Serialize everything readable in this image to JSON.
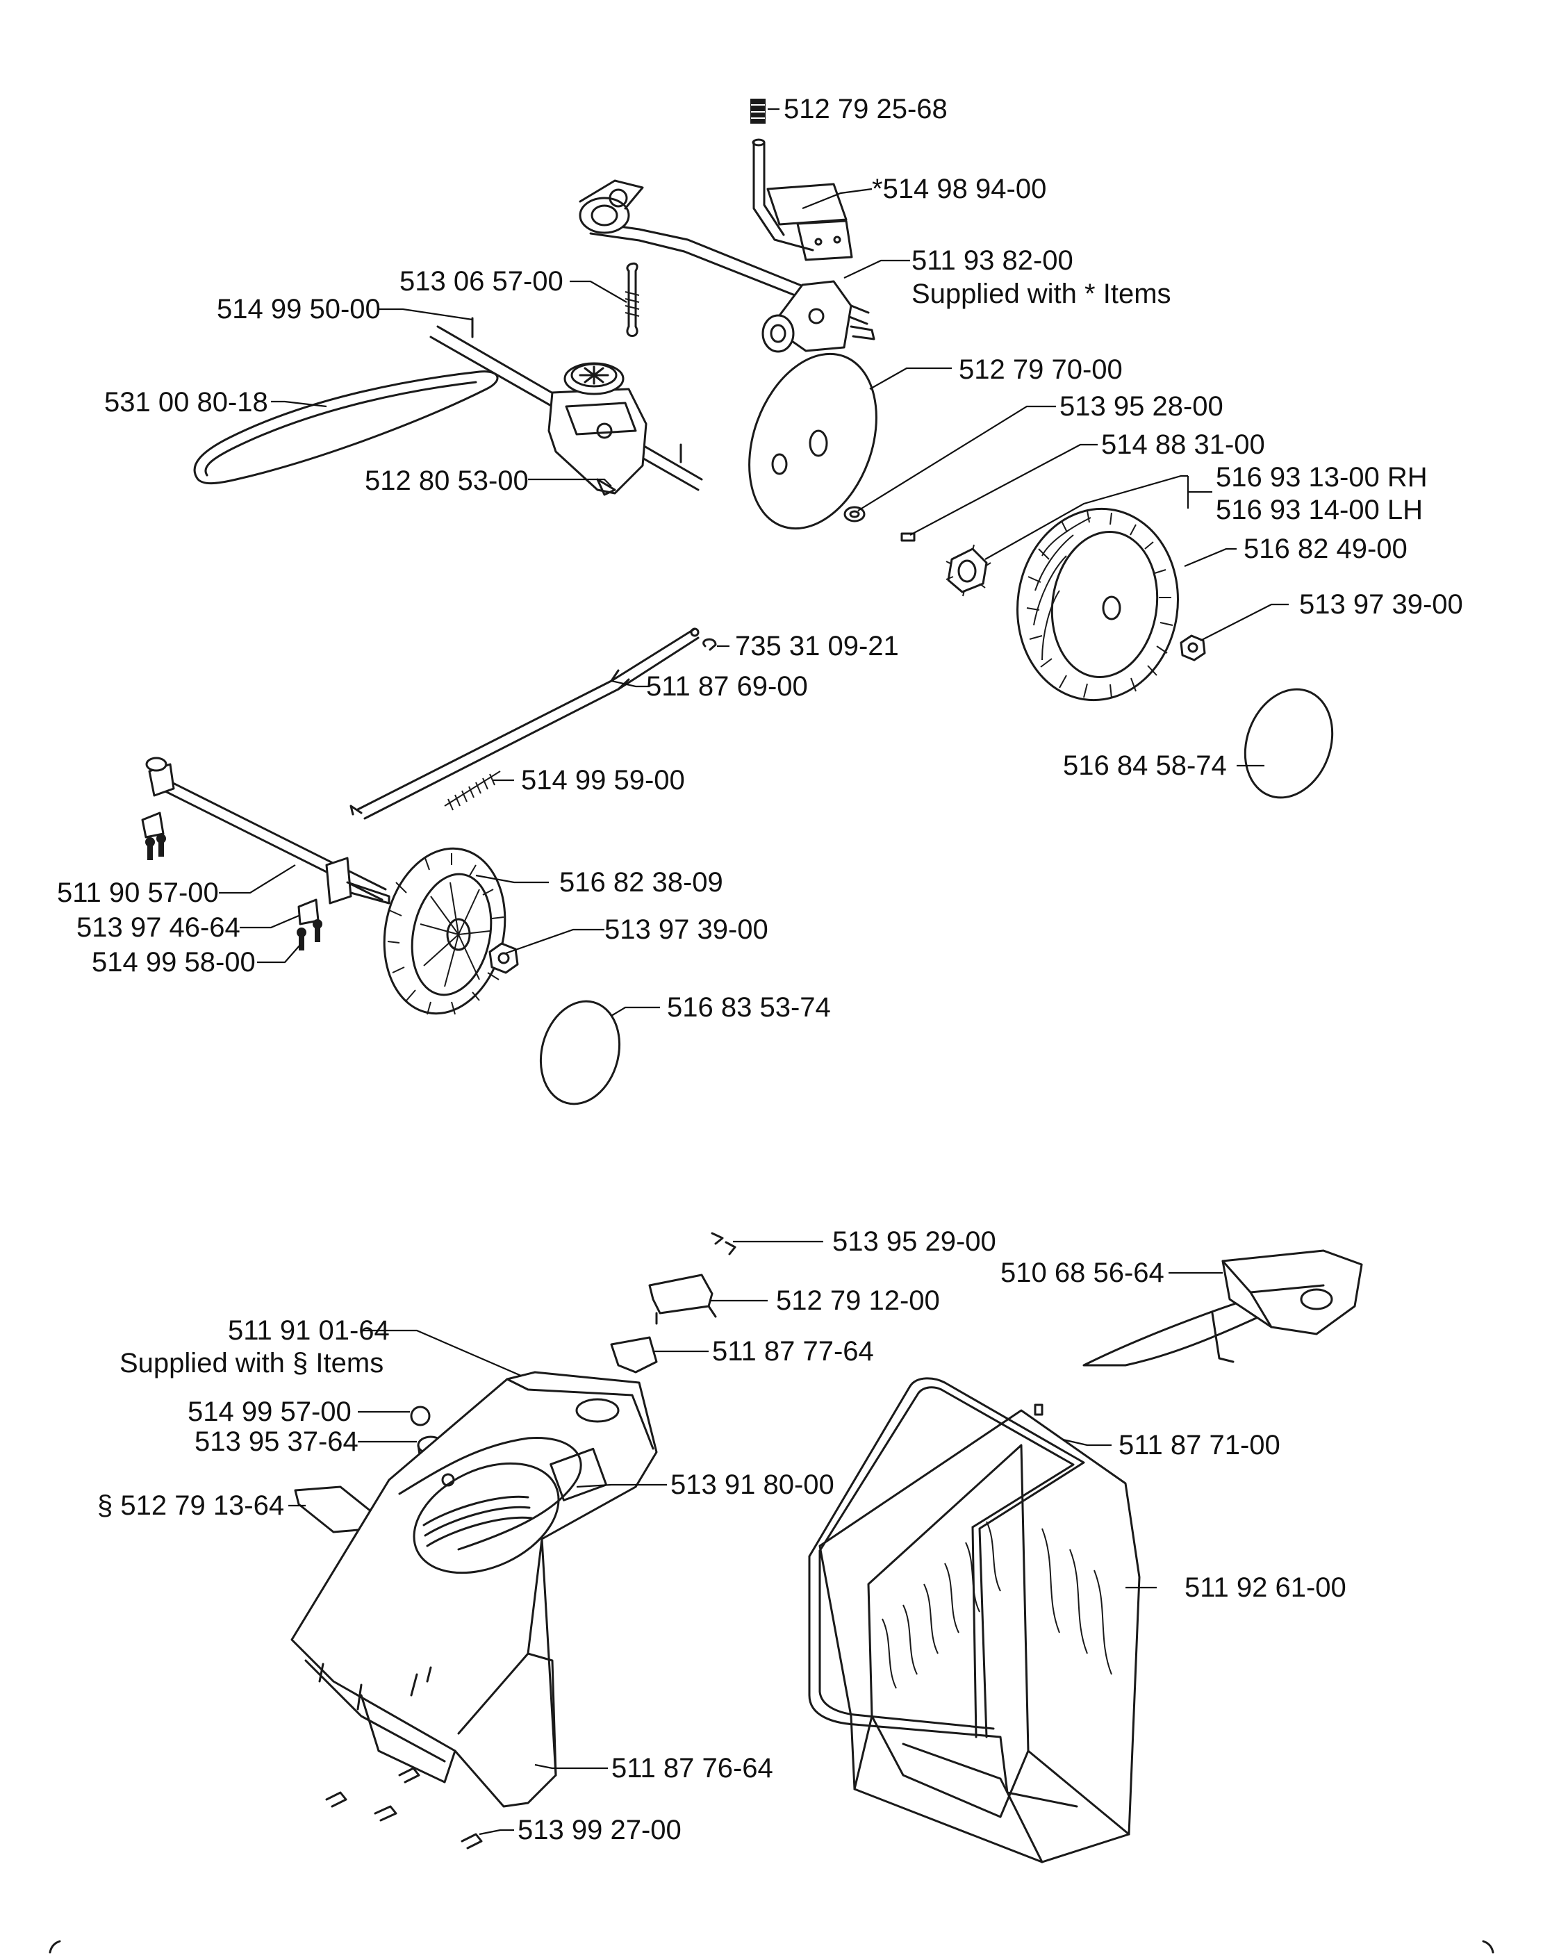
{
  "labels": {
    "l01": "512 79 25-68",
    "l02": "*514 98 94-00",
    "l03": "511 93 82-00",
    "l03b": "Supplied with * Items",
    "l04": "513 06 57-00",
    "l05": "514 99 50-00",
    "l06": "531 00 80-18",
    "l07": "512 80 53-00",
    "l08": "512 79 70-00",
    "l09": "513 95 28-00",
    "l10": "514 88 31-00",
    "l11": "516 93 13-00 RH",
    "l12": "516 93 14-00 LH",
    "l13": "516 82 49-00",
    "l14": "513 97 39-00",
    "l15": "516 84 58-74",
    "l16": "735 31 09-21",
    "l17": "511 87 69-00",
    "l18": "514 99 59-00",
    "l19": "511 90 57-00",
    "l20": "513 97 46-64",
    "l21": "514 99 58-00",
    "l22": "516 82 38-09",
    "l23": "513 97 39-00",
    "l24": "516 83 53-74",
    "l25": "513 95 29-00",
    "l26": "512 79 12-00",
    "l27": "510 68 56-64",
    "l28": "511 91 01-64",
    "l28b": "Supplied with § Items",
    "l29": "511 87 77-64",
    "l30": "514 99 57-00",
    "l31": "513 95 37-64",
    "l32": "513 91 80-00",
    "l33": "§ 512 79 13-64",
    "l34": "511 87 71-00",
    "l35": "511 92 61-00",
    "l36": "511 87 76-64",
    "l37": "513 99 27-00"
  }
}
